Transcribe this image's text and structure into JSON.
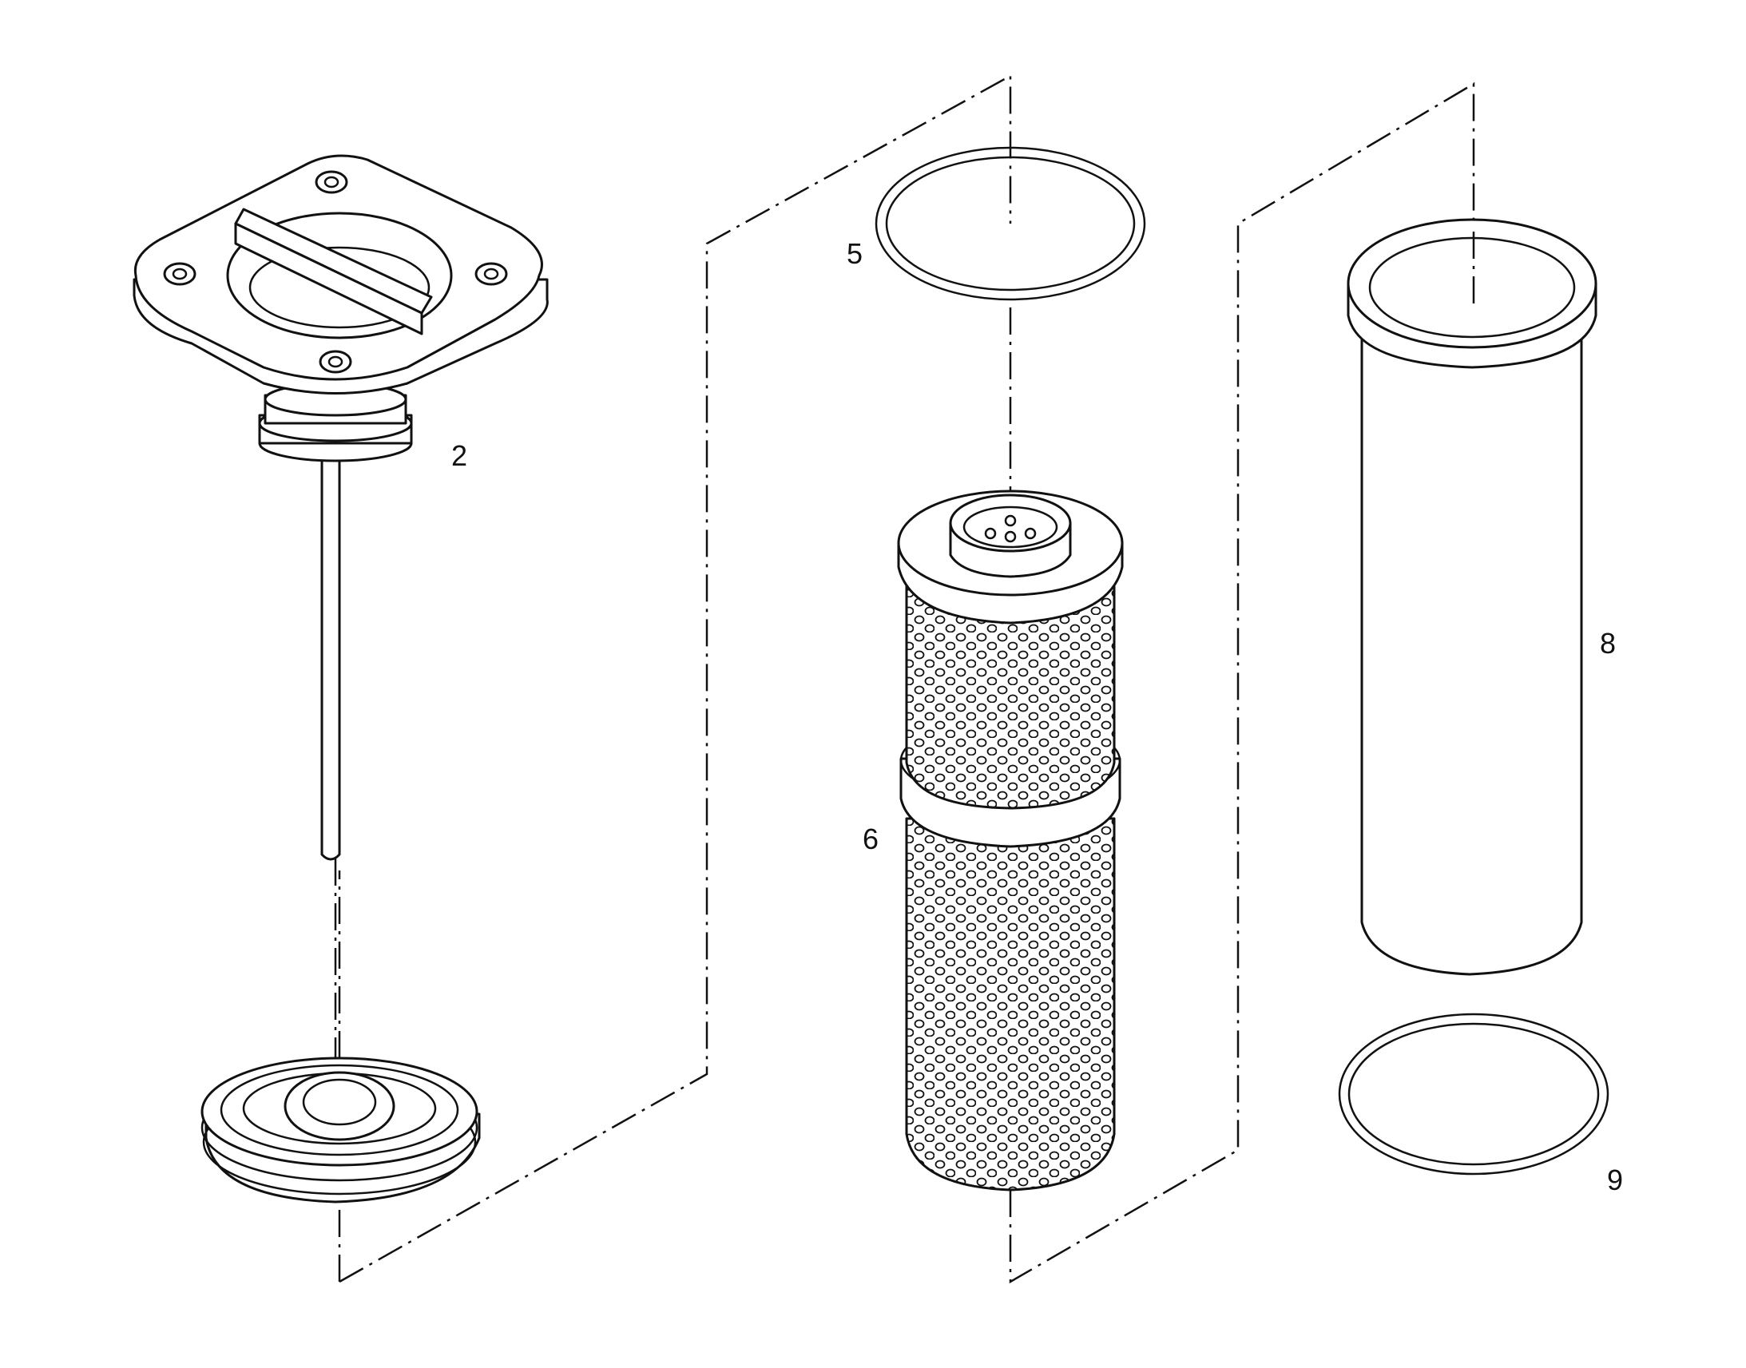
{
  "callouts": {
    "part_2": "2",
    "part_5": "5",
    "part_6": "6",
    "part_8": "8",
    "part_9": "9"
  }
}
